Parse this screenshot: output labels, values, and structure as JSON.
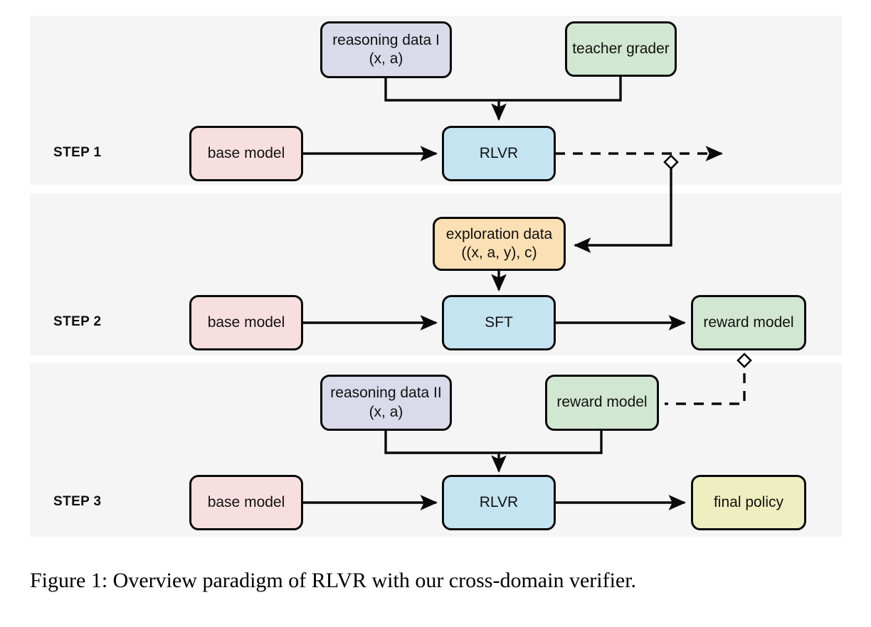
{
  "figure": {
    "caption": "Figure 1: Overview paradigm of RLVR with our cross-domain verifier.",
    "background_color": "#ffffff",
    "band_color": "#f5f5f5"
  },
  "steps": [
    {
      "label": "STEP 1"
    },
    {
      "label": "STEP 2"
    },
    {
      "label": "STEP 3"
    }
  ],
  "nodes": {
    "step1": {
      "reasoning_data": "reasoning data I\n(x, a)",
      "teacher_grader": "teacher grader",
      "base_model": "base model",
      "rlvr": "RLVR"
    },
    "step2": {
      "exploration_data": "exploration data\n((x, a, y), c)",
      "base_model": "base model",
      "sft": "SFT",
      "reward_model": "reward model"
    },
    "step3": {
      "reasoning_data": "reasoning data II\n(x, a)",
      "reward_model": "reward model",
      "base_model": "base model",
      "rlvr": "RLVR",
      "final_policy": "final policy"
    }
  },
  "colors": {
    "reasoning_data": "#dadaeb",
    "teacher_grader": "#d2e7d2",
    "reward_model": "#d2e7d2",
    "base_model": "#f7dfe0",
    "rlvr": "#c5e4f2",
    "sft": "#c5e4f2",
    "exploration_data": "#fae0b4",
    "final_policy": "#eeeec0",
    "stroke": "#0a0a0a"
  },
  "chart_data": {
    "type": "diagram",
    "title": "Overview paradigm of RLVR with our cross-domain verifier",
    "lanes": [
      "STEP 1",
      "STEP 2",
      "STEP 3"
    ],
    "edges": [
      {
        "from": "reasoning data I (x, a)",
        "to": "RLVR",
        "style": "solid",
        "lane": "STEP 1"
      },
      {
        "from": "teacher grader",
        "to": "RLVR",
        "style": "solid",
        "lane": "STEP 1"
      },
      {
        "from": "base model",
        "to": "RLVR",
        "style": "solid",
        "lane": "STEP 1"
      },
      {
        "from": "RLVR",
        "to": "exploration data ((x, a, y), c)",
        "style": "dashed",
        "lane": "STEP 1 to STEP 2"
      },
      {
        "from": "exploration data ((x, a, y), c)",
        "to": "SFT",
        "style": "solid",
        "lane": "STEP 2"
      },
      {
        "from": "base model",
        "to": "SFT",
        "style": "solid",
        "lane": "STEP 2"
      },
      {
        "from": "SFT",
        "to": "reward model",
        "style": "solid",
        "lane": "STEP 2"
      },
      {
        "from": "reward model",
        "to": "reward model",
        "style": "dashed",
        "lane": "STEP 2 to STEP 3"
      },
      {
        "from": "reasoning data II (x, a)",
        "to": "RLVR",
        "style": "solid",
        "lane": "STEP 3"
      },
      {
        "from": "reward model",
        "to": "RLVR",
        "style": "solid",
        "lane": "STEP 3"
      },
      {
        "from": "base model",
        "to": "RLVR",
        "style": "solid",
        "lane": "STEP 3"
      },
      {
        "from": "RLVR",
        "to": "final policy",
        "style": "solid",
        "lane": "STEP 3"
      }
    ]
  }
}
